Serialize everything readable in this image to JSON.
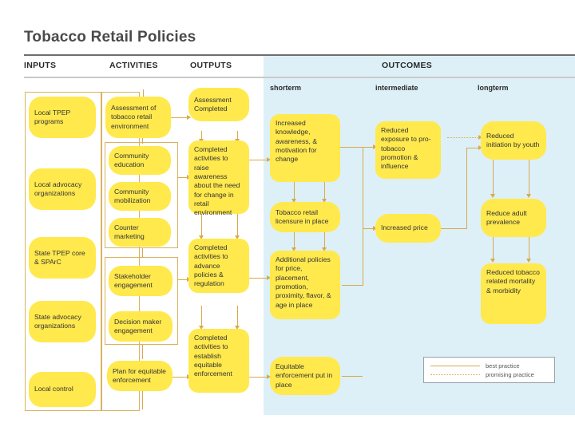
{
  "page": {
    "title": "Tobacco Retail Policies"
  },
  "headers": {
    "inputs": "INPUTS",
    "activities": "ACTIVITIES",
    "outputs": "OUTPUTS",
    "outcomes": "OUTCOMES"
  },
  "subheaders": {
    "shortterm": "shorterm",
    "intermediate": "intermediate",
    "longterm": "longterm"
  },
  "columns": {
    "inputs": [
      {
        "id": "local-tpep-programs",
        "label": "Local TPEP programs"
      },
      {
        "id": "local-advocacy-organizations",
        "label": "Local advocacy organizations"
      },
      {
        "id": "state-tpep-core-sparc",
        "label": "State TPEP core & SPArC"
      },
      {
        "id": "state-advocacy-organizations",
        "label": "State advocacy organizations"
      },
      {
        "id": "local-control",
        "label": "Local control"
      }
    ],
    "activities": [
      {
        "id": "assessment-of-tobacco-retail-environment",
        "label": "Assessment of tobacco retail environment"
      },
      {
        "id": "community-education",
        "label": "Community education"
      },
      {
        "id": "community-mobilization",
        "label": "Community mobilization"
      },
      {
        "id": "counter-marketing",
        "label": "Counter marketing"
      },
      {
        "id": "stakeholder-engagement",
        "label": "Stakeholder engagement"
      },
      {
        "id": "decision-maker-engagement",
        "label": "Decision maker engagement"
      },
      {
        "id": "plan-for-equitable-enforcement",
        "label": "Plan for equitable enforcement"
      }
    ],
    "outputs": [
      {
        "id": "assessment-completed",
        "label": "Assessment Completed"
      },
      {
        "id": "completed-activities-raise-awareness",
        "label": "Completed activities to raise awareness about the need for change in retail environment"
      },
      {
        "id": "completed-activities-advance-policies",
        "label": "Completed activities to advance policies & regulation"
      },
      {
        "id": "completed-activities-establish-enforcement",
        "label": "Completed activities to establish equitable enforcement"
      }
    ],
    "shortterm": [
      {
        "id": "increased-knowledge",
        "label": "Increased knowledge, awareness, & motivation for change"
      },
      {
        "id": "tobacco-retail-licensure",
        "label": "Tobacco retail licensure in place"
      },
      {
        "id": "additional-policies",
        "label": "Additional policies for price, placement, promotion, proximity, flavor, & age in place"
      },
      {
        "id": "equitable-enforcement-in-place",
        "label": "Equitable enforcement put in place"
      }
    ],
    "intermediate": [
      {
        "id": "reduced-exposure",
        "label": "Reduced exposure to pro-tobacco promotion & influence"
      },
      {
        "id": "increased-price",
        "label": "Increased price"
      }
    ],
    "longterm": [
      {
        "id": "reduced-initiation-by-youth",
        "label": "Reduced initiation by youth"
      },
      {
        "id": "reduce-adult-prevalence",
        "label": "Reduce adult prevalence"
      },
      {
        "id": "reduced-tobacco-mortality",
        "label": "Reduced tobacco related mortality & morbidity"
      }
    ]
  },
  "legend": {
    "best_practice": "best practice",
    "promising_practice": "promising practice"
  },
  "colors": {
    "node_fill": "#ffe94d",
    "panel_blue": "#ddf0f7",
    "connector": "#d9a84e",
    "frame_border": "#d9b25e",
    "title_text": "#4a4a4a"
  }
}
